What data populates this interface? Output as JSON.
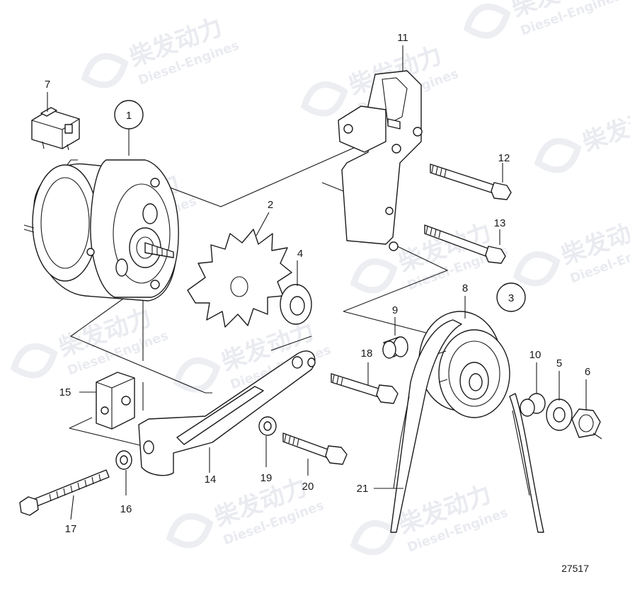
{
  "watermark": {
    "brand_cn": "柴发动力",
    "brand_en": "Diesel-Engines"
  },
  "callouts": {
    "c1": "1",
    "c2": "2",
    "c3": "3",
    "c4": "4",
    "c5": "5",
    "c6": "6",
    "c7": "7",
    "c8": "8",
    "c9": "9",
    "c10": "10",
    "c11": "11",
    "c12": "12",
    "c13": "13",
    "c14": "14",
    "c15": "15",
    "c16": "16",
    "c17": "17",
    "c18": "18",
    "c19": "19",
    "c20": "20",
    "c21": "21"
  },
  "reference_number": "27517"
}
